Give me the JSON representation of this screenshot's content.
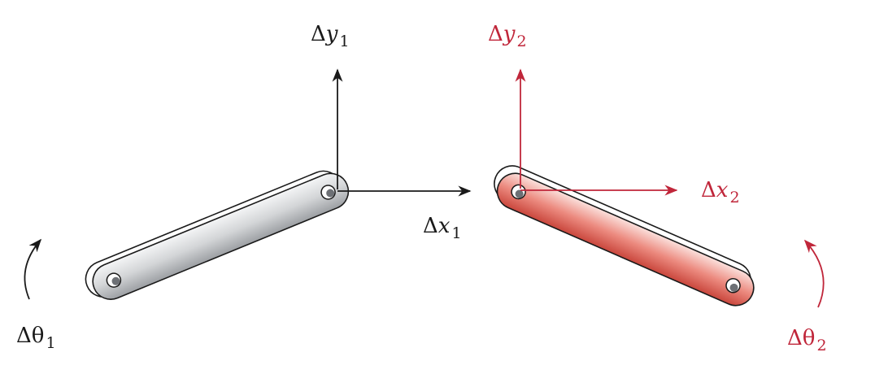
{
  "colors": {
    "link1": "#d0d2d4",
    "link2": "#e57468",
    "outline": "#1a1a1a",
    "axis1": "#1a1a1a",
    "axis2": "#c0263a"
  },
  "link1": {
    "dx": {
      "symbol": "Δ",
      "var": "x",
      "sub": "1"
    },
    "dy": {
      "symbol": "Δ",
      "var": "y",
      "sub": "1"
    },
    "dtheta": {
      "symbol": "Δθ",
      "sub": "1"
    }
  },
  "link2": {
    "dx": {
      "symbol": "Δ",
      "var": "x",
      "sub": "2"
    },
    "dy": {
      "symbol": "Δ",
      "var": "y",
      "sub": "2"
    },
    "dtheta": {
      "symbol": "Δθ",
      "sub": "2"
    }
  }
}
